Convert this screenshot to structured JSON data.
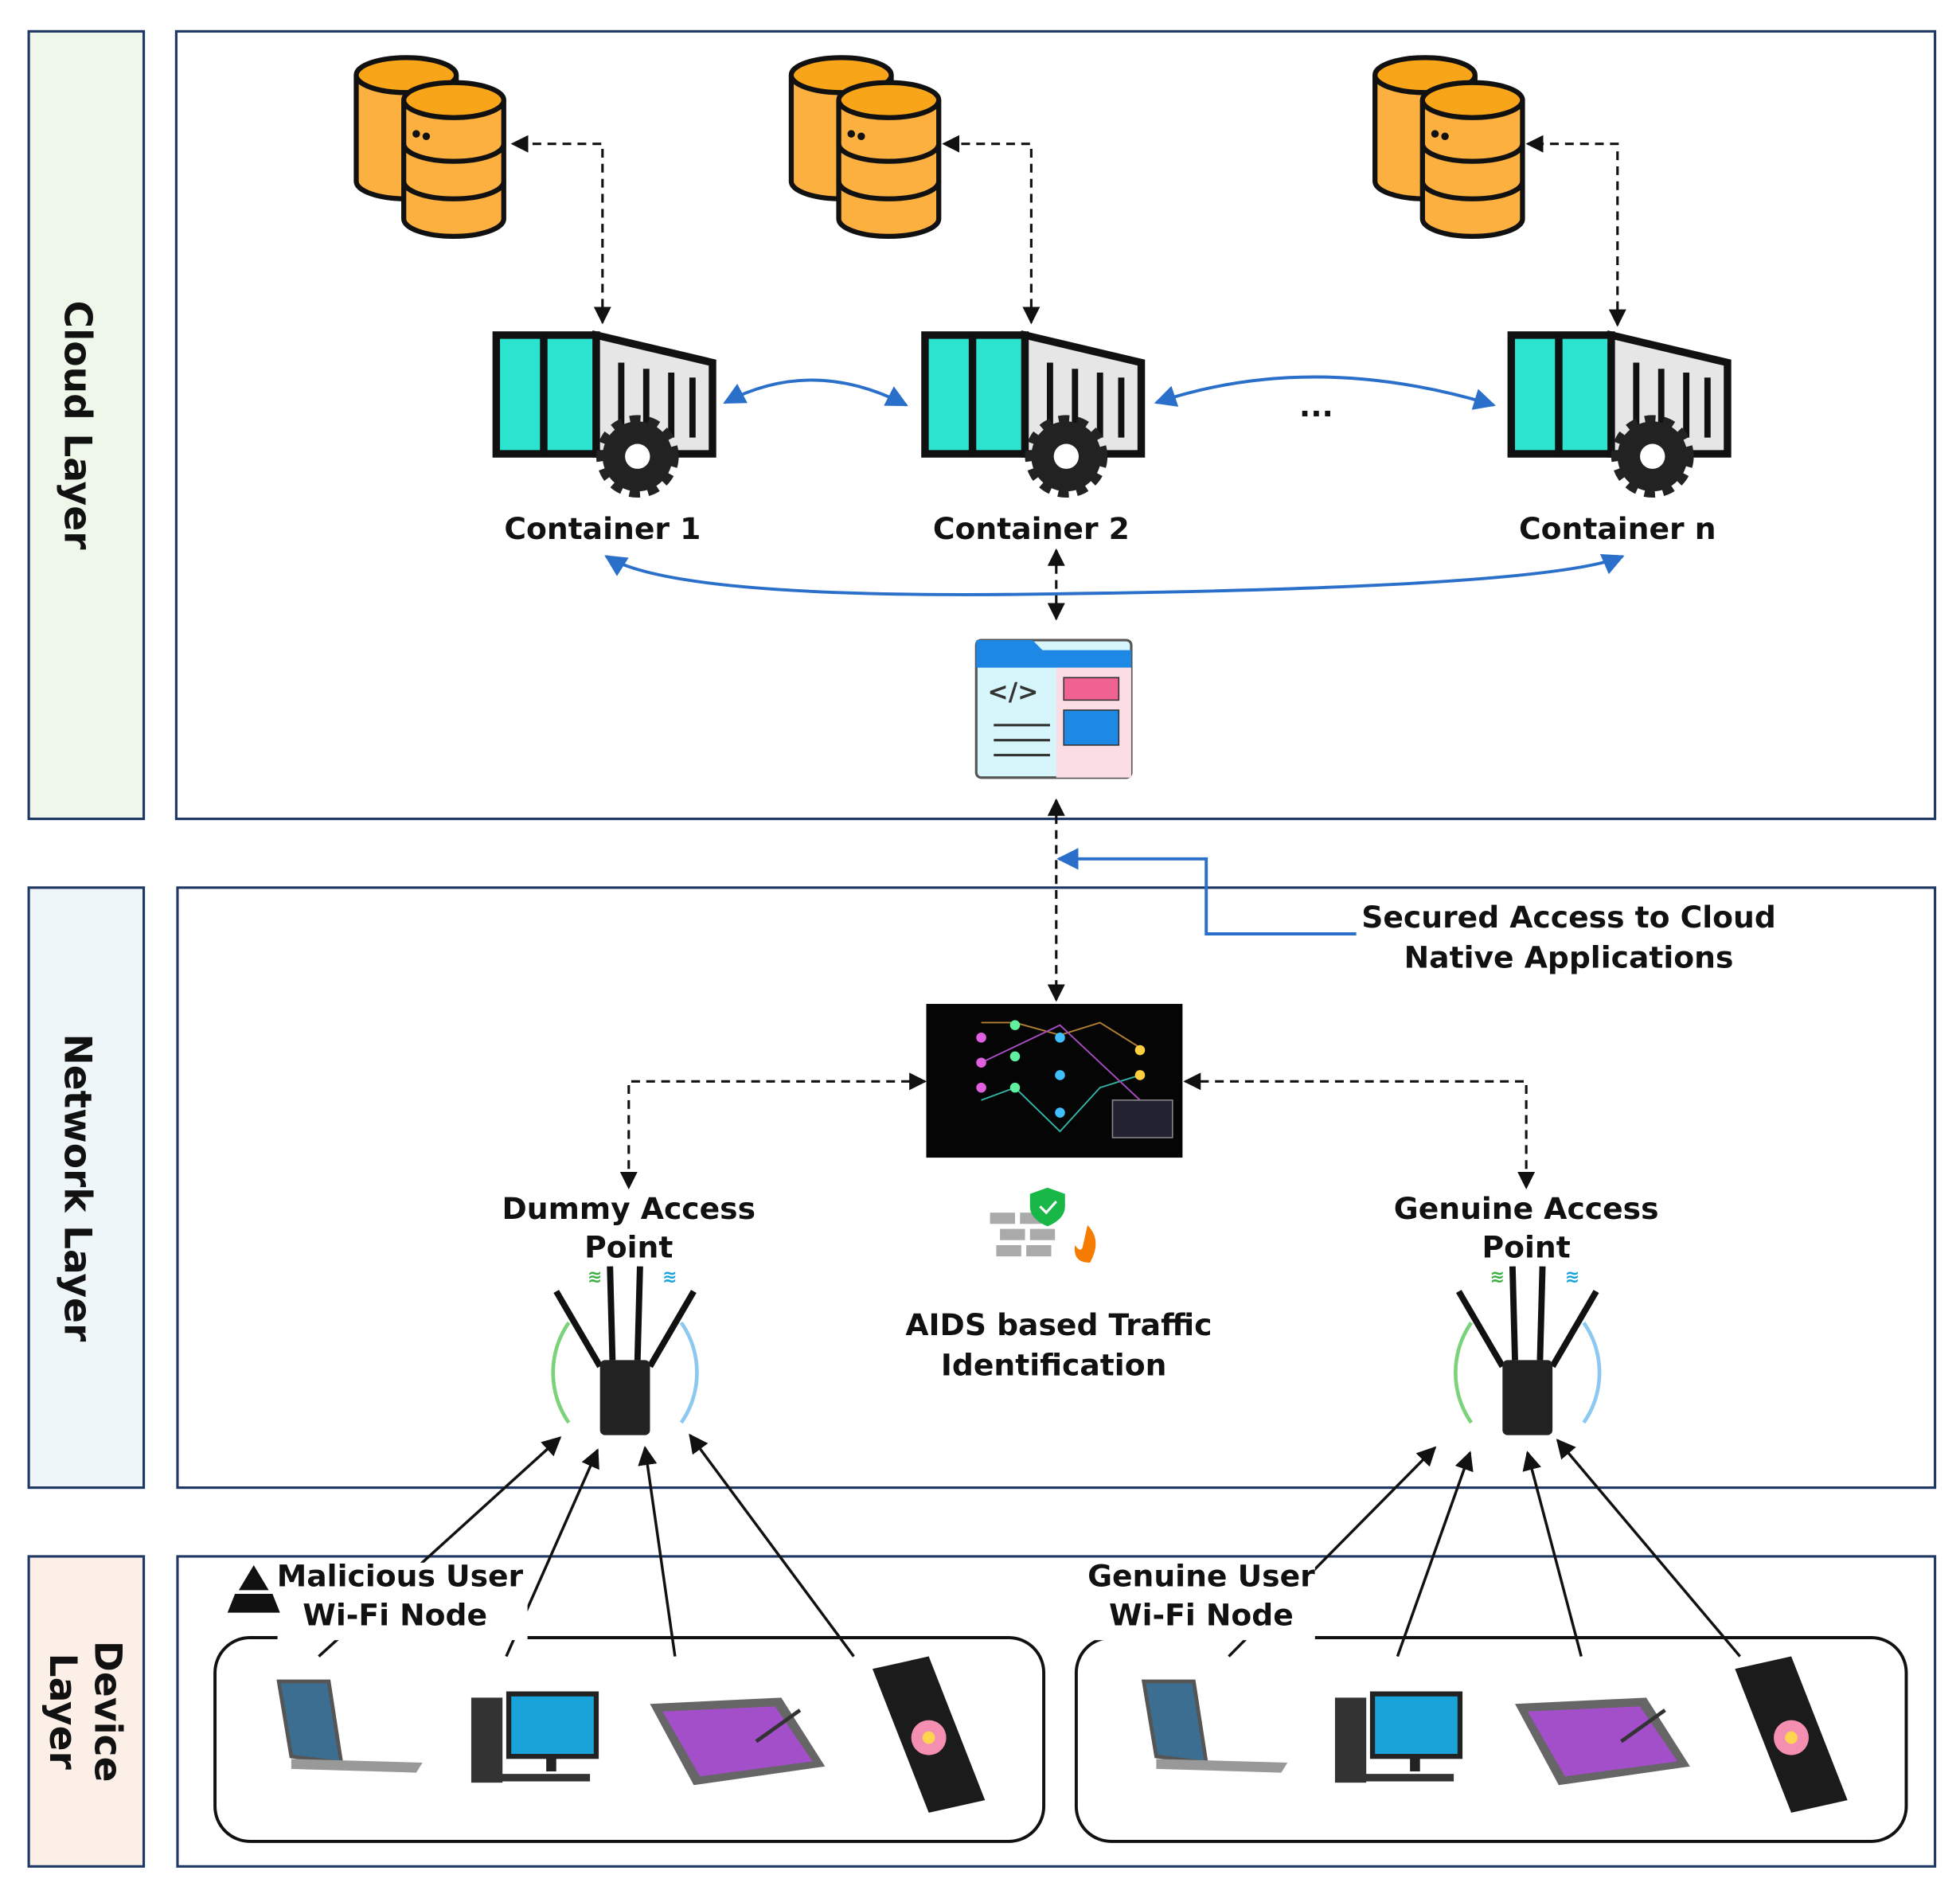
{
  "layers": {
    "cloud": "Cloud  Layer",
    "network": "Network  Layer",
    "device_line1": "Device",
    "device_line2": "Layer"
  },
  "layer_colors": {
    "cloud": "#eef7ea",
    "network": "#eef6fa",
    "device": "#fcefe8",
    "border": "#1f3864"
  },
  "cloud": {
    "containers": [
      "Container 1",
      "Container 2",
      "Container n"
    ],
    "ellipsis": "...",
    "icons": [
      "database-icon",
      "container-gear-icon",
      "web-application-icon"
    ]
  },
  "network": {
    "secured_access_line1": "Secured Access to Cloud",
    "secured_access_line2": "Native Applications",
    "dummy_ap_line1": "Dummy Access",
    "dummy_ap_line2": "Point",
    "genuine_ap_line1": "Genuine Access",
    "genuine_ap_line2": "Point",
    "aids_line1": "AIDS based Traffic",
    "aids_line2": "Identification",
    "icons": [
      "neural-network-icon",
      "firewall-icon",
      "wifi-router-icon"
    ]
  },
  "device": {
    "malicious_line1": "Malicious  User",
    "malicious_line2": "Wi-Fi Node",
    "genuine_line1": "Genuine User",
    "genuine_line2": "Wi-Fi Node",
    "devices": [
      "laptop-icon",
      "desktop-icon",
      "tablet-icon",
      "smartphone-icon"
    ]
  },
  "colors": {
    "db": "#fbb040",
    "container": "#2ce3cf",
    "link": "#2a6fc9"
  }
}
